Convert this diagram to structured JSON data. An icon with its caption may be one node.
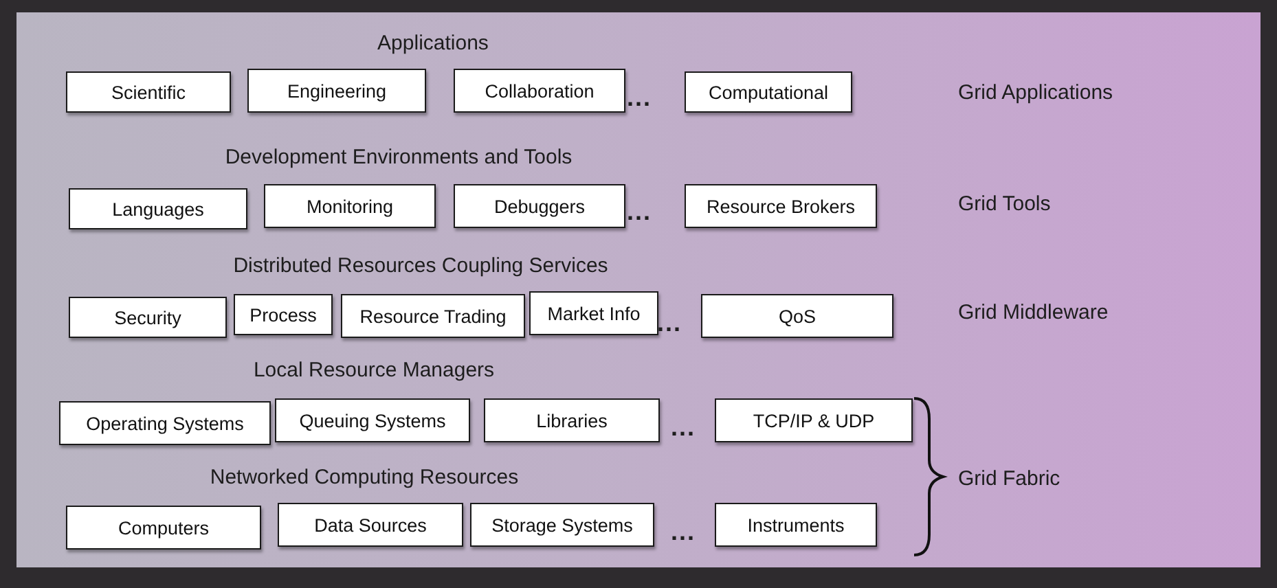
{
  "diagram": {
    "nodes": [
      {
        "text": [
          "Scientific"
        ]
      },
      {
        "text": [
          "Engineering"
        ]
      },
      {
        "text": [
          "Collaboration"
        ]
      },
      {
        "text": [
          "Computational"
        ]
      },
      {
        "text": [
          "Languages"
        ]
      },
      {
        "text": [
          "Monitoring"
        ]
      },
      {
        "text": [
          "Debuggers"
        ]
      },
      {
        "text": [
          "Resource Brokers"
        ]
      },
      {
        "text": [
          "Security"
        ]
      },
      {
        "text": [
          "Process"
        ]
      },
      {
        "text": [
          "Resource Trading"
        ]
      },
      {
        "text": [
          "Market Info"
        ]
      },
      {
        "text": [
          "QoS"
        ]
      },
      {
        "text": [
          "Operating Systems"
        ]
      },
      {
        "text": [
          "Queuing Systems"
        ]
      },
      {
        "text": [
          "Libraries"
        ]
      },
      {
        "text": [
          "TCP/IP & UDP"
        ]
      },
      {
        "text": [
          "Computers"
        ]
      },
      {
        "text": [
          "Data Sources"
        ]
      },
      {
        "text": [
          "Storage Systems"
        ]
      },
      {
        "text": [
          "Instruments"
        ]
      }
    ],
    "labels": [
      "Applications",
      "...",
      "Grid Applications",
      "Development Environments and Tools",
      "...",
      "Grid Tools",
      "Distributed Resources Coupling Services",
      "...",
      "Grid Middleware",
      "Local Resource Managers",
      "...",
      "Networked Computing Resources",
      "Grid Fabric",
      "..."
    ]
  }
}
